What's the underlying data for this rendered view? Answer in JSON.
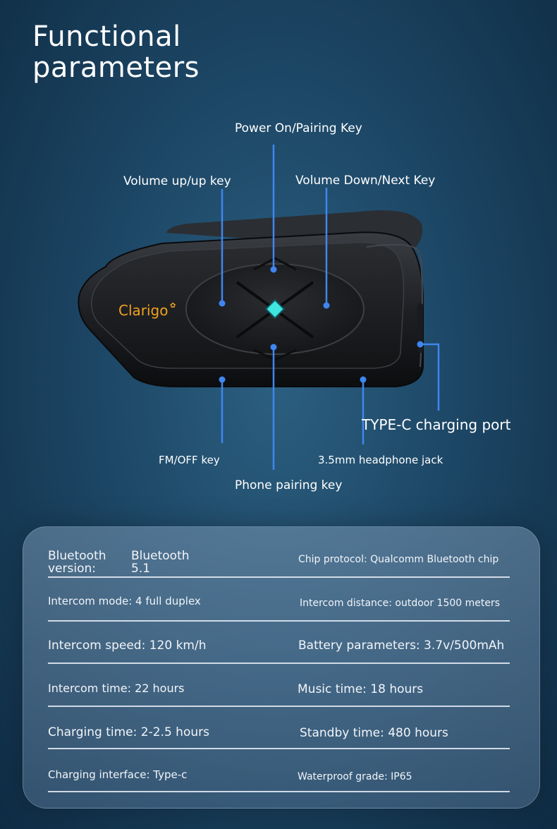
{
  "title": "Functional\nparameters",
  "brand": "Clarigo",
  "callouts": {
    "power": "Power On/Pairing Key",
    "volume_up": "Volume up/up key",
    "volume_down": "Volume Down/Next Key",
    "type_c": "TYPE-C charging port",
    "fm_off": "FM/OFF key",
    "headphone": "3.5mm headphone jack",
    "phone_pairing": "Phone pairing key"
  },
  "specs": {
    "bluetooth_key": "Bluetooth version:",
    "bluetooth_value": "Bluetooth 5.1",
    "rows": [
      {
        "left": "",
        "right": "Chip protocol: Qualcomm Bluetooth chip"
      },
      {
        "left": "Intercom mode: 4 full duplex",
        "right": "Intercom distance: outdoor 1500 meters"
      },
      {
        "left": "Intercom speed: 120 km/h",
        "right": "Battery parameters: 3.7v/500mAh"
      },
      {
        "left": "Intercom time: 22 hours",
        "right": "Music time: 18 hours"
      },
      {
        "left": "Charging time: 2-2.5 hours",
        "right": "Standby time: 480 hours"
      },
      {
        "left": "Charging interface: Type-c",
        "right": "Waterproof grade: IP65"
      }
    ]
  },
  "colors": {
    "callout_line": "#3f86f0",
    "center_led": "#3fe6e0",
    "brand": "#f0a21e"
  }
}
